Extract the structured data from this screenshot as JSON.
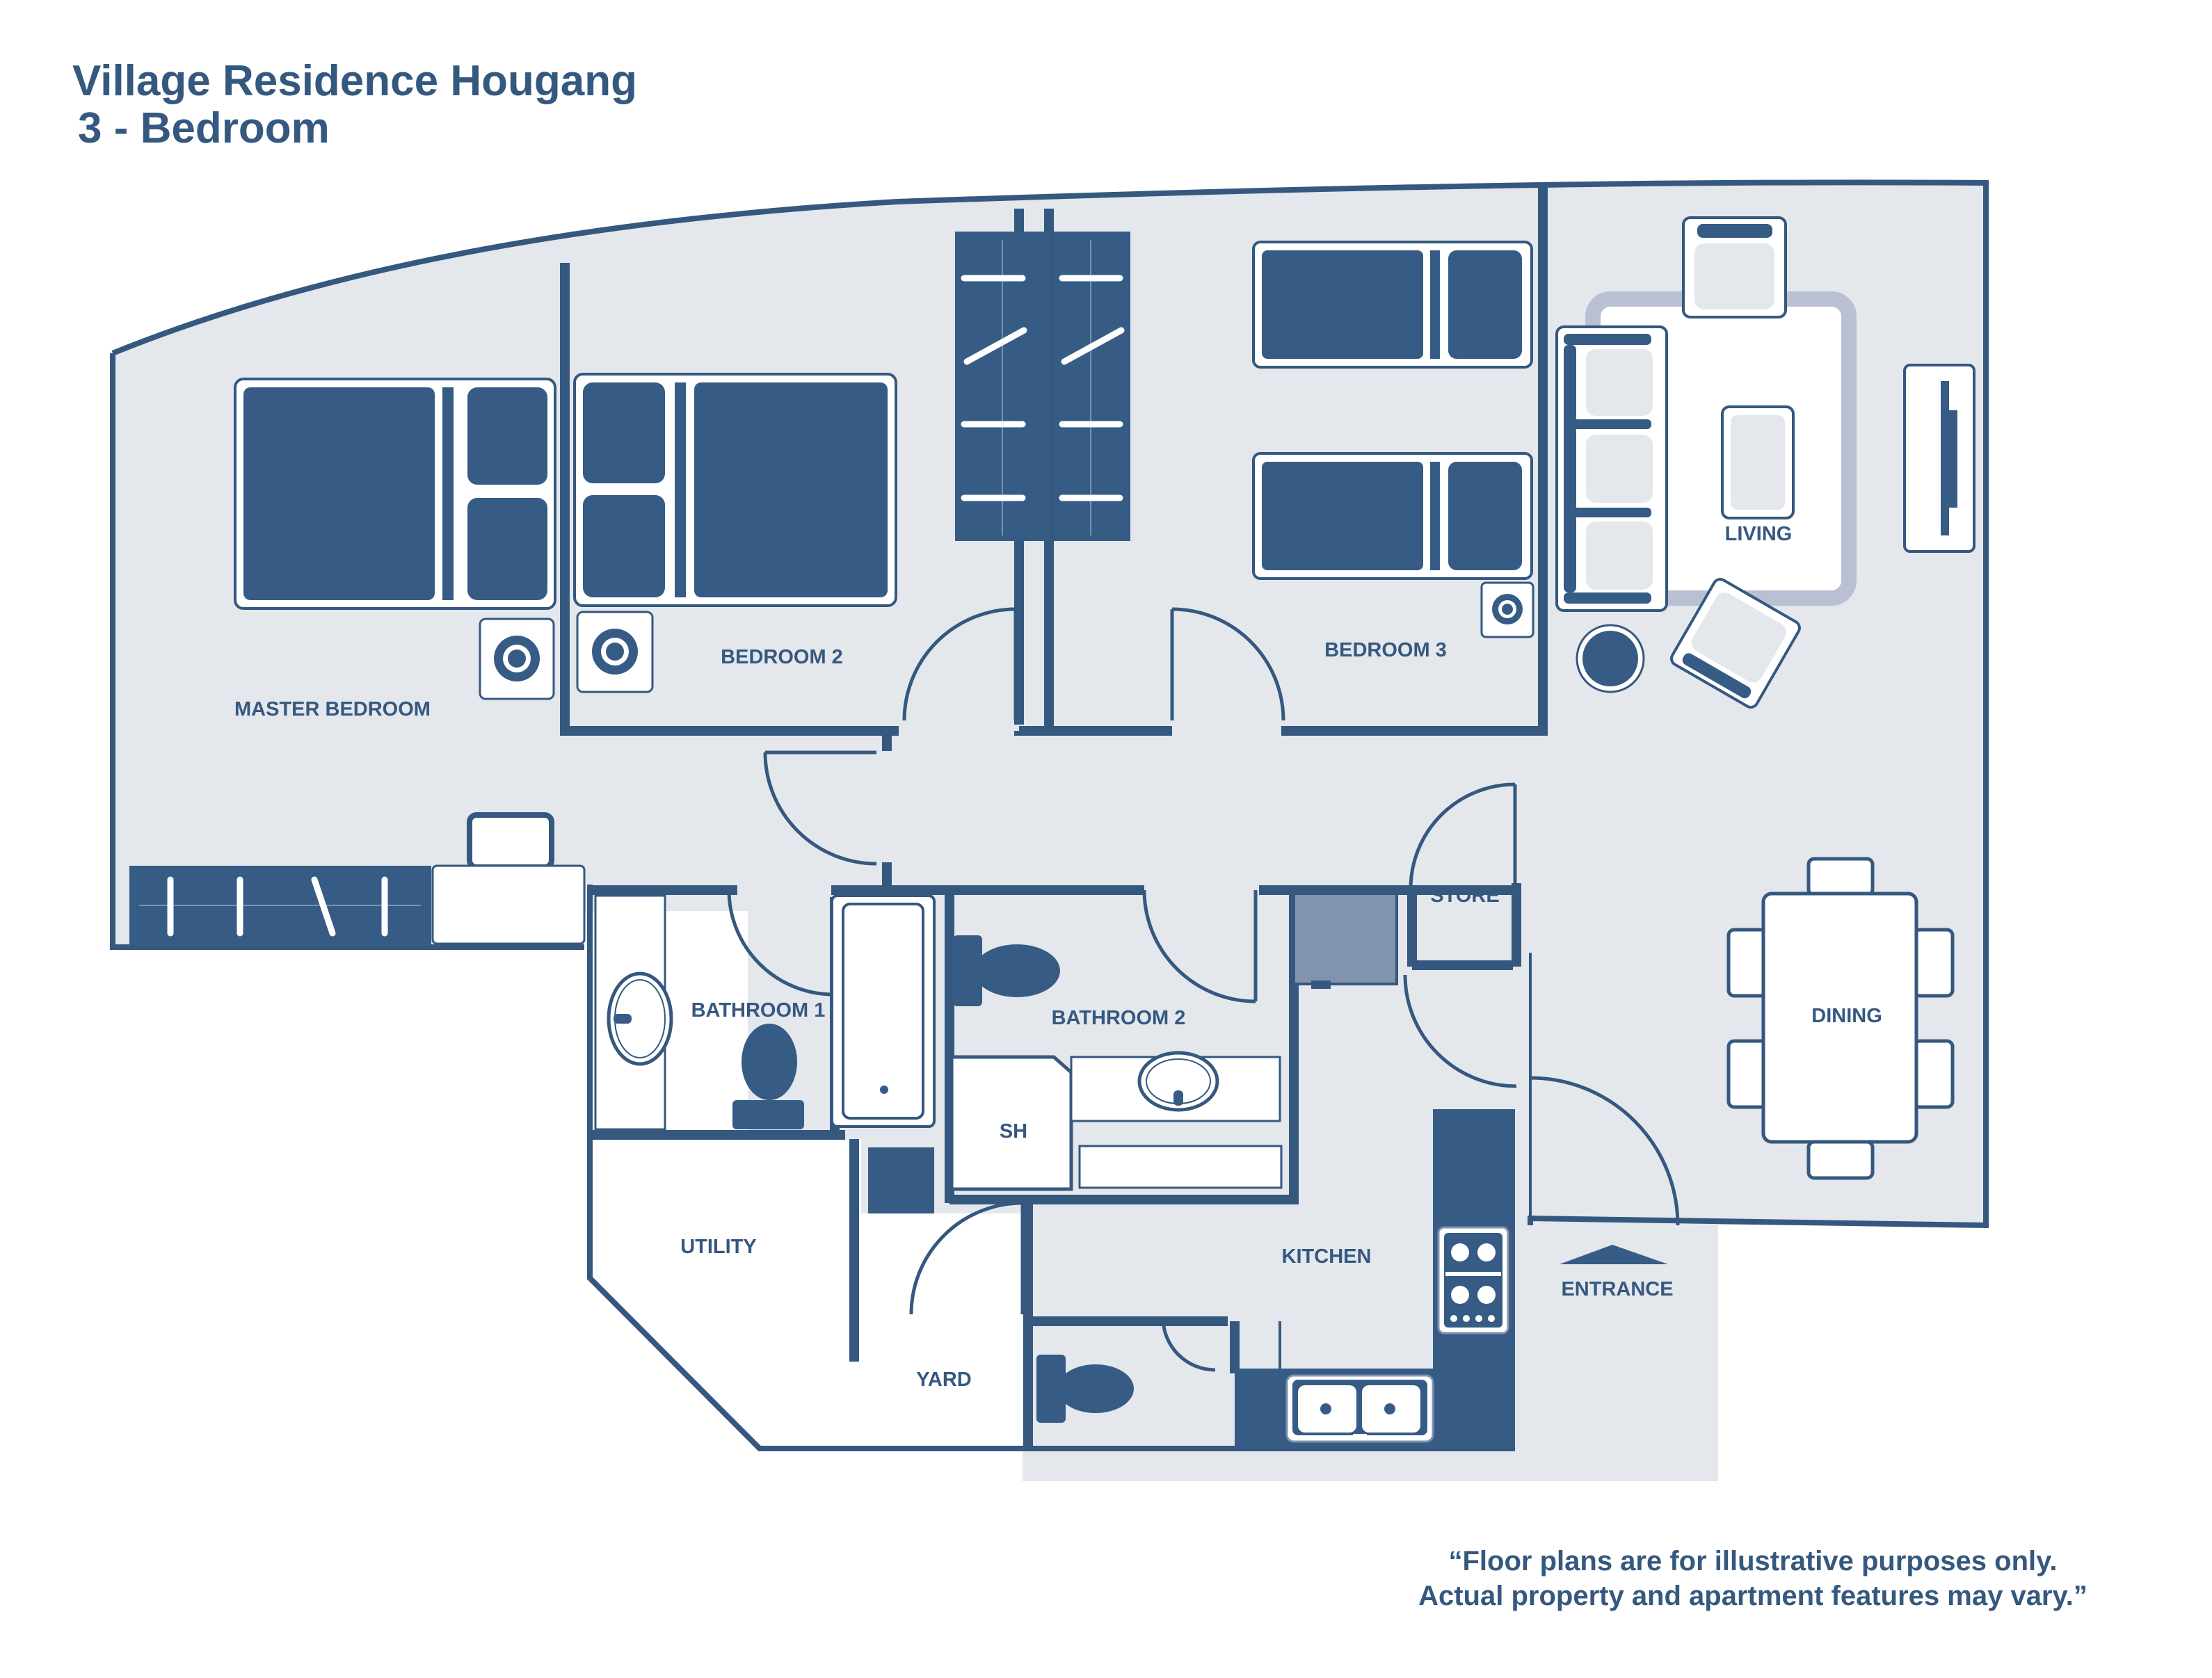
{
  "header": {
    "title": "Village Residence Hougang",
    "subtitle": "3 - Bedroom"
  },
  "rooms": {
    "master_bedroom": "MASTER BEDROOM",
    "bedroom_2": "BEDROOM 2",
    "bedroom_3": "BEDROOM 3",
    "living": "LIVING",
    "store": "STORE",
    "dining": "DINING",
    "bathroom_1": "BATHROOM 1",
    "bathroom_2": "BATHROOM 2",
    "shower": "SH",
    "utility": "UTILITY",
    "kitchen": "KITCHEN",
    "yard": "YARD",
    "entrance": "ENTRANCE"
  },
  "disclaimer": {
    "line1": "“Floor plans are for illustrative purposes only.",
    "line2": "Actual property and apartment features may vary.”"
  },
  "colors": {
    "wall": "#35587f",
    "floor": "#e4e7ec",
    "furniture": "#365c85",
    "rug": "#b9c0d2",
    "text": "#35587f"
  }
}
